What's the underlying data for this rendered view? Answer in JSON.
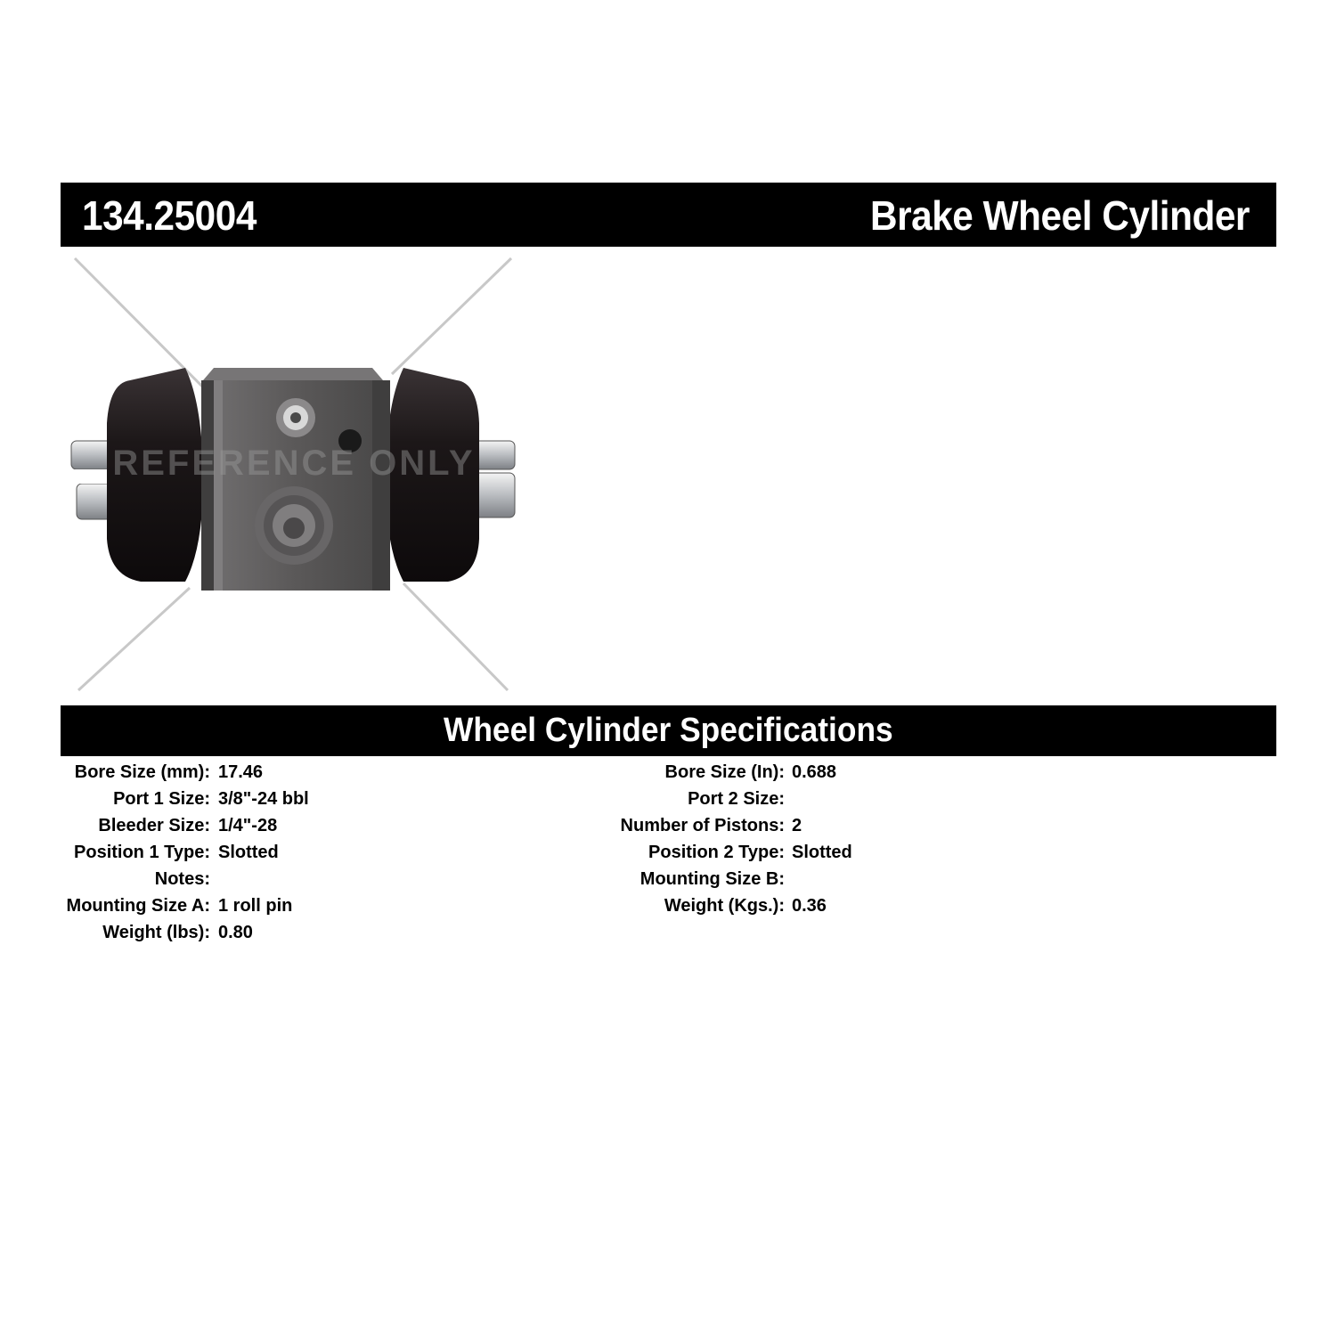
{
  "header": {
    "part_number": "134.25004",
    "part_type": "Brake Wheel Cylinder"
  },
  "image": {
    "watermark": "REFERENCE ONLY"
  },
  "specifications": {
    "heading": "Wheel Cylinder Specifications",
    "left": [
      {
        "label": "Bore Size (mm):",
        "value": "17.46"
      },
      {
        "label": "Port 1 Size:",
        "value": "3/8\"-24 bbl"
      },
      {
        "label": "Bleeder Size:",
        "value": "1/4\"-28"
      },
      {
        "label": "Position 1 Type:",
        "value": "Slotted"
      },
      {
        "label": "Notes:",
        "value": ""
      },
      {
        "label": "Mounting Size A:",
        "value": "1 roll pin"
      },
      {
        "label": "Weight (lbs):",
        "value": "0.80"
      }
    ],
    "right": [
      {
        "label": "Bore Size (In):",
        "value": "0.688"
      },
      {
        "label": "Port 2 Size:",
        "value": ""
      },
      {
        "label": "Number of Pistons:",
        "value": "2"
      },
      {
        "label": "Position 2 Type:",
        "value": "Slotted"
      },
      {
        "label": "Mounting Size B:",
        "value": ""
      },
      {
        "label": "Weight (Kgs.):",
        "value": "0.36"
      }
    ]
  }
}
